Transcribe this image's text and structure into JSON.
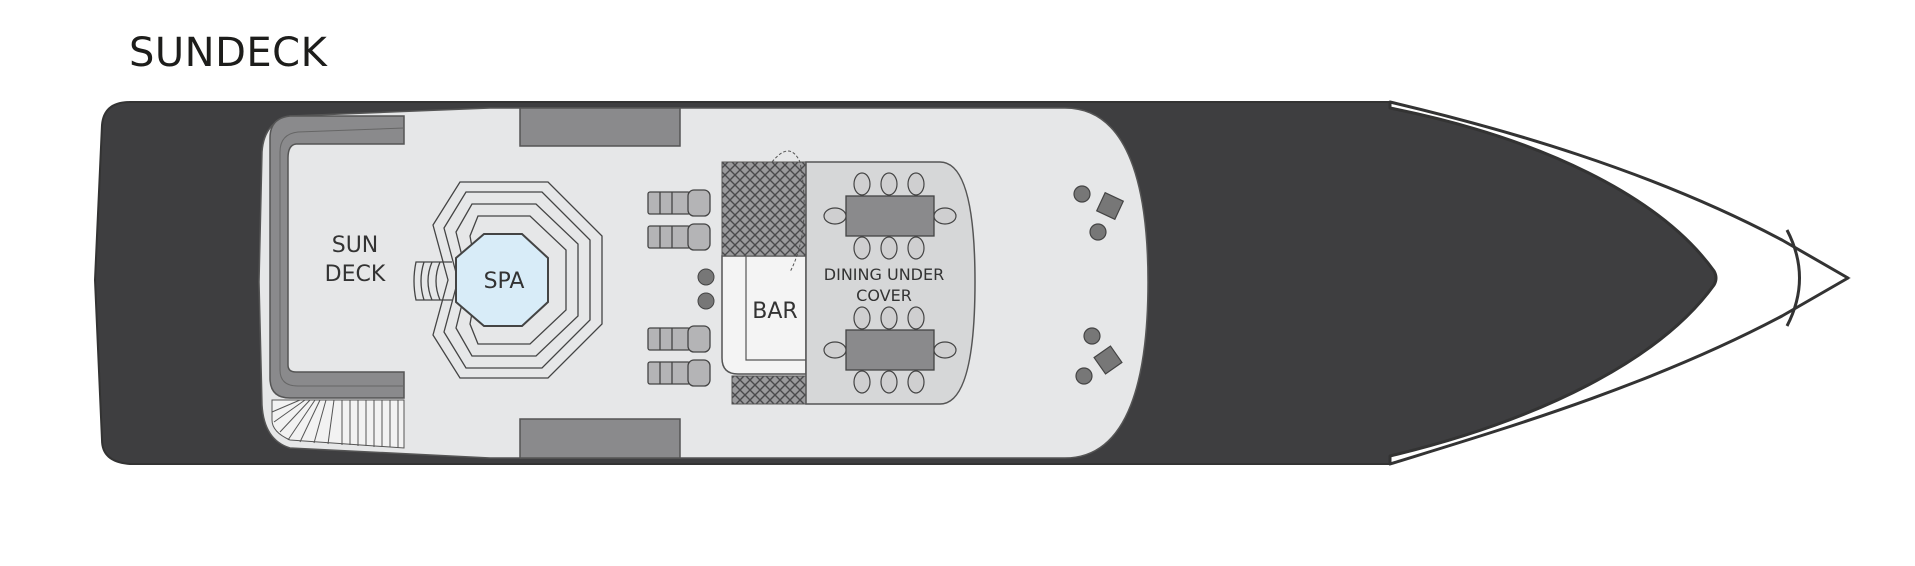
{
  "deck": {
    "title": "SUNDECK"
  },
  "areas": {
    "sun_deck_line1": "SUN",
    "sun_deck_line2": "DECK",
    "spa": "SPA",
    "bar": "BAR",
    "dining_line1": "DINING UNDER",
    "dining_line2": "COVER"
  },
  "colors": {
    "hull": "#3e3e40",
    "deck_floor": "#e6e7e8",
    "furniture": "#8a8a8c",
    "spa_water": "#d8ecf8",
    "dining_floor": "#d6d7d8",
    "bow_white": "#ffffff"
  }
}
